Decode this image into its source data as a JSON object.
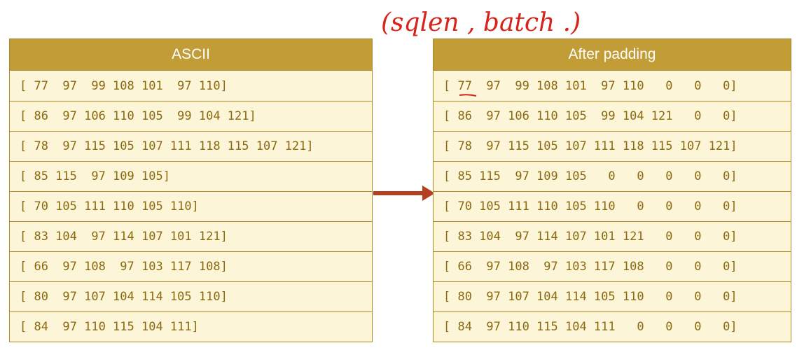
{
  "annotation": {
    "text": "(sqlen , batch .)"
  },
  "colors": {
    "header": "#c29c37",
    "row_bg": "#fdf5d8",
    "border": "#a98a2a",
    "text": "#8a6a10",
    "arrow": "#b3401f",
    "ink": "#d8231a"
  },
  "left_table": {
    "header": "ASCII",
    "rows": [
      "[ 77  97  99 108 101  97 110]",
      "[ 86  97 106 110 105  99 104 121]",
      "[ 78  97 115 105 107 111 118 115 107 121]",
      "[ 85 115  97 109 105]",
      "[ 70 105 111 110 105 110]",
      "[ 83 104  97 114 107 101 121]",
      "[ 66  97 108  97 103 117 108]",
      "[ 80  97 107 104 114 105 110]",
      "[ 84  97 110 115 104 111]"
    ]
  },
  "right_table": {
    "header": "After padding",
    "rows": [
      "[ 77  97  99 108 101  97 110   0   0   0]",
      "[ 86  97 106 110 105  99 104 121   0   0]",
      "[ 78  97 115 105 107 111 118 115 107 121]",
      "[ 85 115  97 109 105   0   0   0   0   0]",
      "[ 70 105 111 110 105 110   0   0   0   0]",
      "[ 83 104  97 114 107 101 121   0   0   0]",
      "[ 66  97 108  97 103 117 108   0   0   0]",
      "[ 80  97 107 104 114 105 110   0   0   0]",
      "[ 84  97 110 115 104 111   0   0   0   0]"
    ]
  }
}
